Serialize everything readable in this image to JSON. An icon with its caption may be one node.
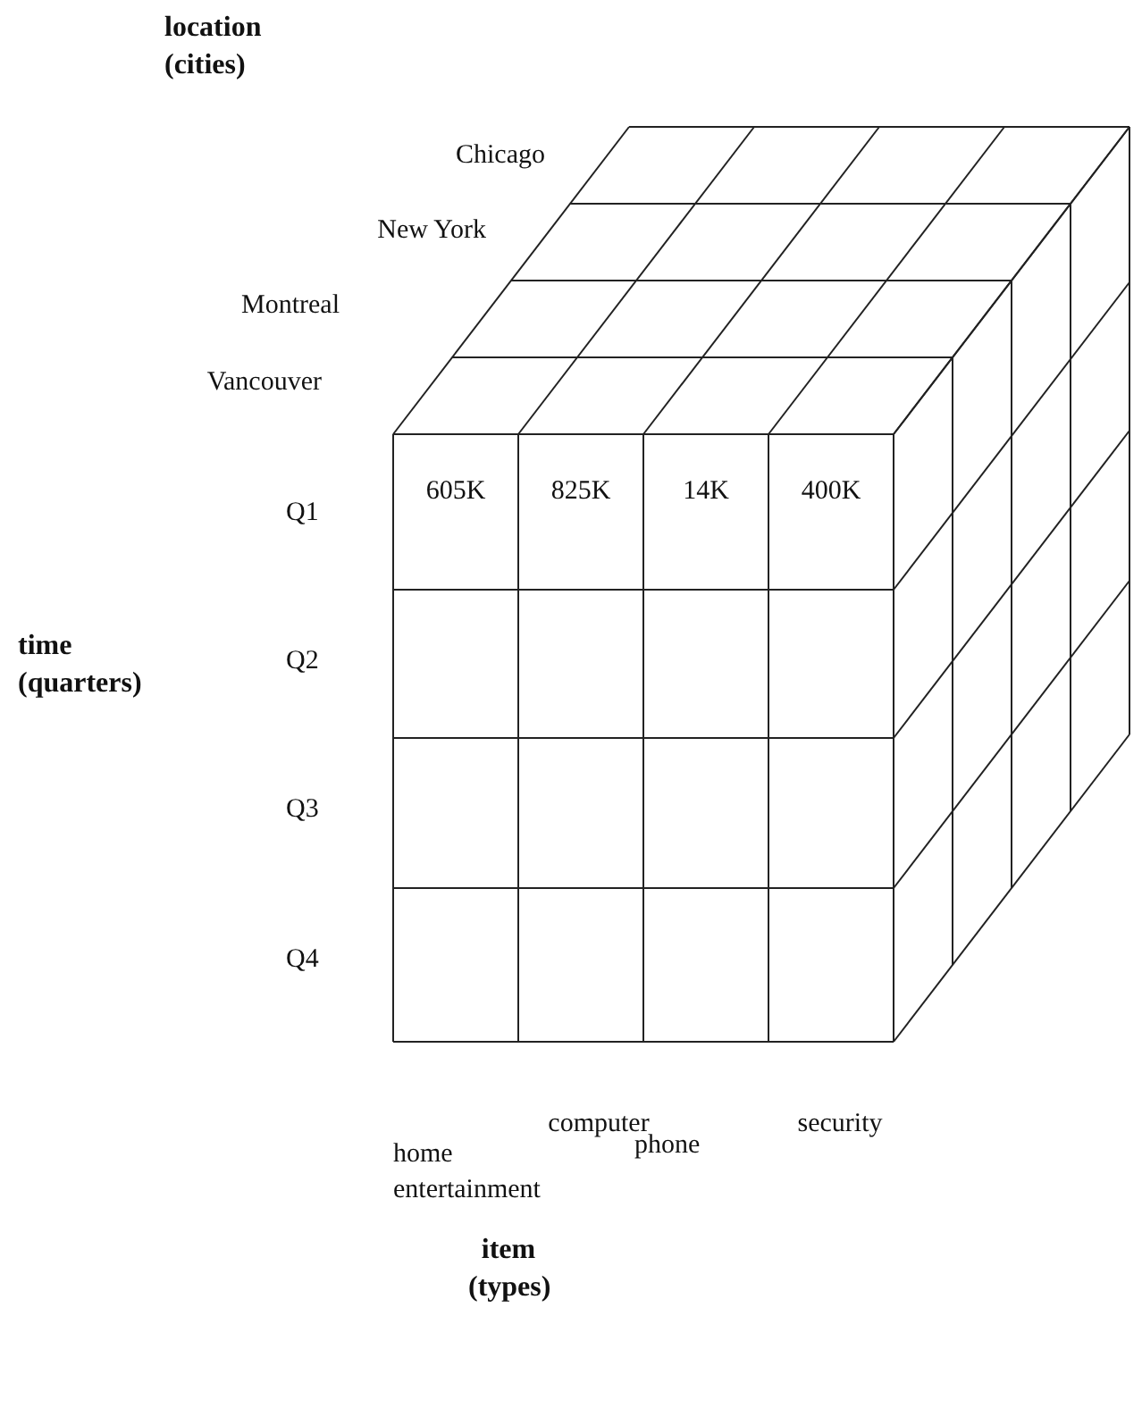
{
  "diagram": {
    "labels": [
      "location (cities)",
      "Chicago",
      "New York",
      "Montreal",
      "Vancouver",
      "Q1",
      "605K",
      "825K",
      "14K",
      "400K",
      "time (quarters)",
      "Q2",
      "Q3",
      "Q4",
      "computer",
      "security",
      "home entertainment",
      "phone",
      "item (types)"
    ]
  }
}
